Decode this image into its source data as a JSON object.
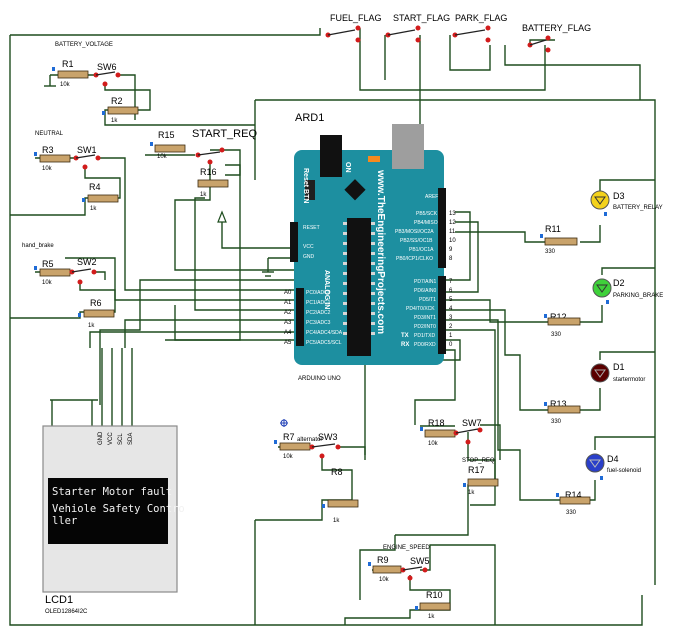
{
  "labels": {
    "fuel_flag": "FUEL_FLAG",
    "start_flag": "START_FLAG",
    "park_flag": "PARK_FLAG",
    "battery_flag": "BATTERY_FLAG",
    "battery_voltage": "BATTERY_VOLTAGE",
    "neutral": "NEUTRAL",
    "hand_brake": "hand_brake",
    "start_req": "START_REQ",
    "alternator": "alternator",
    "stop_req": "STOP_REQ",
    "engine_speed": "ENGINE_SPEED"
  },
  "resistors": {
    "r1": {
      "ref": "R1",
      "val": "10k"
    },
    "r2": {
      "ref": "R2",
      "val": "1k"
    },
    "r3": {
      "ref": "R3",
      "val": "10k"
    },
    "r4": {
      "ref": "R4",
      "val": "1k"
    },
    "r5": {
      "ref": "R5",
      "val": "10k"
    },
    "r6": {
      "ref": "R6",
      "val": "1k"
    },
    "r7": {
      "ref": "R7",
      "val": "10k"
    },
    "r8": {
      "ref": "R8",
      "val": "1k"
    },
    "r9": {
      "ref": "R9",
      "val": "10k"
    },
    "r10": {
      "ref": "R10",
      "val": "1k"
    },
    "r11": {
      "ref": "R11",
      "val": "330"
    },
    "r12": {
      "ref": "R12",
      "val": "330"
    },
    "r13": {
      "ref": "R13",
      "val": "330"
    },
    "r14": {
      "ref": "R14",
      "val": "330"
    },
    "r15": {
      "ref": "R15",
      "val": "10k"
    },
    "r16": {
      "ref": "R16",
      "val": "1k"
    },
    "r17": {
      "ref": "R17",
      "val": "1k"
    },
    "r18": {
      "ref": "R18",
      "val": "10k"
    }
  },
  "switches": {
    "sw1": "SW1",
    "sw2": "SW2",
    "sw3": "SW3",
    "sw5": "SW5",
    "sw6": "SW6",
    "sw7": "SW7"
  },
  "leds": {
    "d1": {
      "ref": "D1",
      "name": "startermotor",
      "color": "#5a0000"
    },
    "d2": {
      "ref": "D2",
      "name": "PARKING_BRAKE",
      "color": "#3fd13a"
    },
    "d3": {
      "ref": "D3",
      "name": "BATTERY_RELAY",
      "color": "#f3d21c"
    },
    "d4": {
      "ref": "D4",
      "name": "fuel-solenoid",
      "color": "#2a3fc9"
    }
  },
  "arduino": {
    "ref": "ARD1",
    "name": "ARDUINO UNO",
    "board_color": "#1d8fa0",
    "reset_btn": "Reset BTN",
    "on": "ON",
    "url": "www.TheEngineeringProjects.com",
    "analog_in": "ANALOG IN",
    "tx": "TX",
    "rx": "RX",
    "left_pins": [
      "RESET",
      "VCC",
      "GND"
    ],
    "analog_pins": [
      {
        "num": "A0",
        "name": "PC0/ADC0"
      },
      {
        "num": "A1",
        "name": "PC1/ADC1"
      },
      {
        "num": "A2",
        "name": "PC2/ADC2"
      },
      {
        "num": "A3",
        "name": "PC3/ADC3"
      },
      {
        "num": "A4",
        "name": "PC4/ADC4/SDA"
      },
      {
        "num": "A5",
        "name": "PC5/ADC5/SCL"
      }
    ],
    "upper_right": [
      {
        "name": "AREF",
        "num": ""
      },
      {
        "name": "PB5/SCK",
        "num": "13"
      },
      {
        "name": "PB4/MISO",
        "num": "12"
      },
      {
        "name": "PB3/MOSI/OC2A",
        "num": "11"
      },
      {
        "name": "PB2/SS/OC1B",
        "num": "10"
      },
      {
        "name": "PB1/OC1A",
        "num": "9"
      },
      {
        "name": "PB0/ICP1/CLKO",
        "num": "8"
      }
    ],
    "lower_right": [
      {
        "name": "PD7/AIN1",
        "num": "7"
      },
      {
        "name": "PD6/AIN0",
        "num": "6"
      },
      {
        "name": "PD5/T1",
        "num": "5"
      },
      {
        "name": "PD4/T0/XCK",
        "num": "4"
      },
      {
        "name": "PD3/INT1",
        "num": "3"
      },
      {
        "name": "PD2/INT0",
        "num": "2"
      },
      {
        "name": "PD1/TXD",
        "num": "1"
      },
      {
        "name": "PD0/RXD",
        "num": "0"
      }
    ]
  },
  "lcd": {
    "ref": "LCD1",
    "part": "OLED12864I2C",
    "pins": [
      "GND",
      "VCC",
      "SCL",
      "SDA"
    ],
    "line1": "Starter Motor fault",
    "line2": "Vehiole Safety Contro",
    "line3": "ller"
  }
}
